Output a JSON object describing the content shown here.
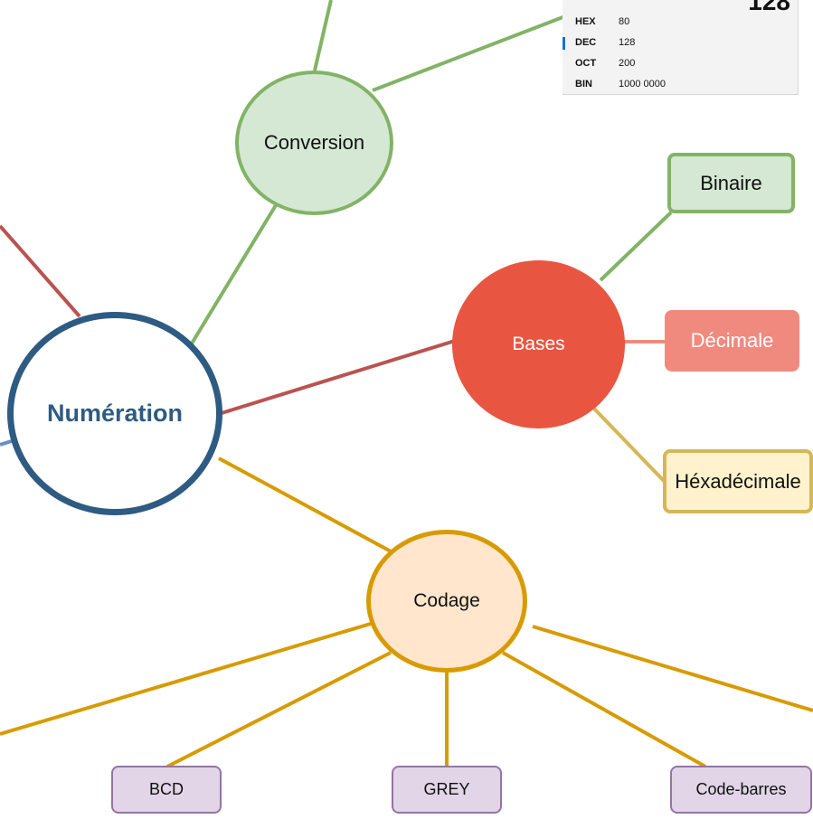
{
  "calculator": {
    "display_value": "128",
    "rows": [
      {
        "label": "HEX",
        "value": "80",
        "active": false
      },
      {
        "label": "DEC",
        "value": "128",
        "active": true
      },
      {
        "label": "OCT",
        "value": "200",
        "active": false
      },
      {
        "label": "BIN",
        "value": "1000 0000",
        "active": false
      }
    ]
  },
  "nodes": {
    "numeration": "Numération",
    "conversion": "Conversion",
    "bases": "Bases",
    "binaire": "Binaire",
    "decimale": "Décimale",
    "hexadecimale": "Héxadécimale",
    "codage": "Codage",
    "bcd": "BCD",
    "grey": "GREY",
    "code_barres": "Code-barres"
  },
  "colors": {
    "numeration_border": "#2e5b82",
    "conversion_fill": "#d5e8d4",
    "conversion_border": "#82b366",
    "bases_fill": "#e85642",
    "decimale_fill": "#f08a7e",
    "hexa_fill": "#fff2cc",
    "hexa_border": "#d6b656",
    "codage_fill": "#ffe6cc",
    "codage_border": "#d79b00",
    "leaf_fill": "#e1d5e7",
    "leaf_border": "#9673a6",
    "red_edge": "#b85450",
    "blue_edge": "#6c8ebf"
  }
}
